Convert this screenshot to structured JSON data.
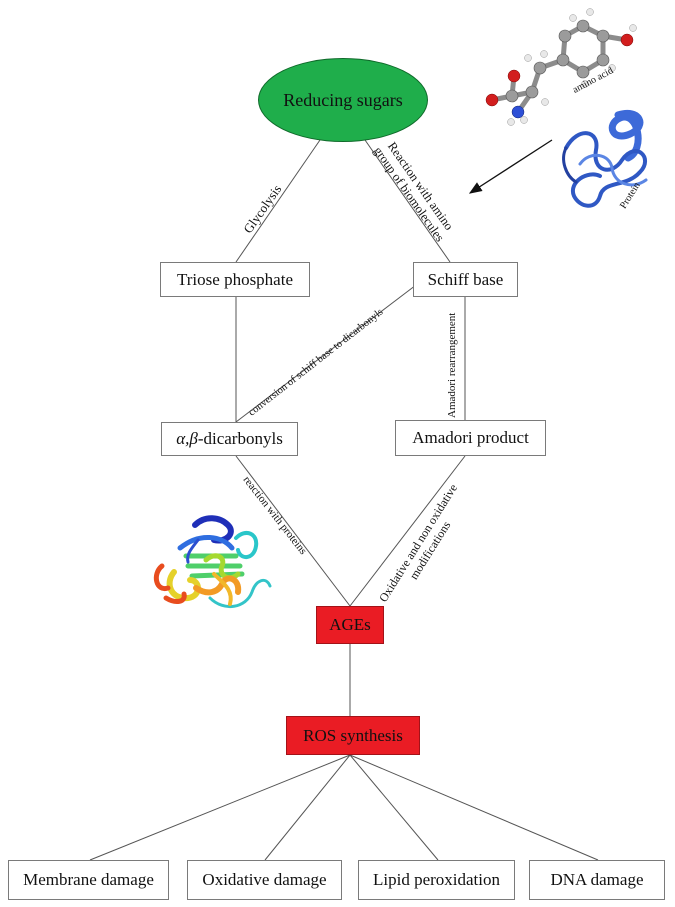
{
  "nodes": {
    "reducing_sugars": "Reducing sugars",
    "triose_phosphate": "Triose phosphate",
    "schiff_base": "Schiff base",
    "dicarbonyls_prefix": "α,β",
    "dicarbonyls_suffix": "-dicarbonyls",
    "amadori_product": "Amadori product",
    "ages": "AGEs",
    "ros_synthesis": "ROS synthesis",
    "membrane_damage": "Membrane damage",
    "oxidative_damage": "Oxidative damage",
    "lipid_peroxidation": "Lipid peroxidation",
    "dna_damage": "DNA damage"
  },
  "edge_labels": {
    "glycolysis": "Glycolysis",
    "reaction_amino_groups": "Reaction with amino\ngroup of biomolecules",
    "conversion_schiff": "conversion of schiff base to dicarbonyls",
    "amadori_rearrangement": "Amadori rearrangement",
    "reaction_proteins": "reaction with proteins",
    "oxidative_modifications": "Oxidative and non oxidative\nmodifications"
  },
  "illustrations": {
    "amino_acid_caption": "amino acid",
    "protein_caption": "Protein"
  },
  "colors": {
    "ellipse_fill": "#1fae4b",
    "red_box_fill": "#ea1c24",
    "line": "#555555"
  }
}
